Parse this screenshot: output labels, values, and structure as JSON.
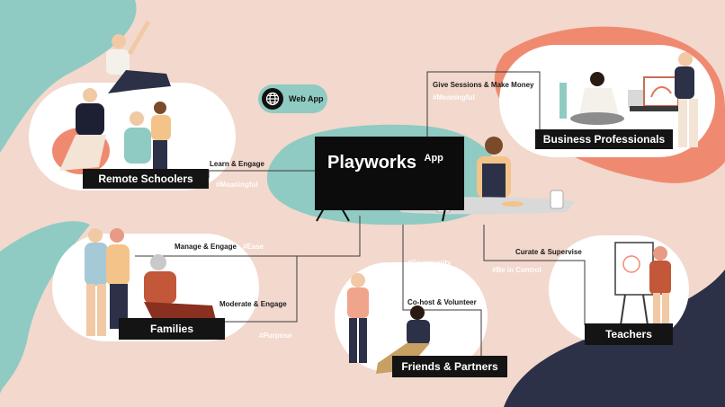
{
  "app": {
    "title": "Playworks",
    "superscript": "App",
    "badge": "Web App",
    "badge_icon": "globe-icon"
  },
  "groups": [
    {
      "id": "remote",
      "label": "Remote Schoolers",
      "edge_label": "Learn & Engage",
      "tag": "#Meaningful"
    },
    {
      "id": "business",
      "label": "Business Professionals",
      "edge_label": "Give Sessions & Make Money",
      "tag": "#Meaningful"
    },
    {
      "id": "families",
      "label": "Families",
      "edge_label": "Manage & Engage",
      "tag": "#Ease",
      "edge_label_2": "Moderate & Engage",
      "tag_2": "#Purpose"
    },
    {
      "id": "friends",
      "label": "Friends & Partners",
      "edge_label": "Co-host & Volunteer",
      "tag": "#Community"
    },
    {
      "id": "teachers",
      "label": "Teachers",
      "edge_label": "Curate & Supervise",
      "tag": "#Be in Control"
    }
  ],
  "colors": {
    "background": "#f3d8cd",
    "teal": "#8fcbc2",
    "coral": "#ef8a70",
    "navy": "#2c3147",
    "label_bg": "#141414"
  }
}
